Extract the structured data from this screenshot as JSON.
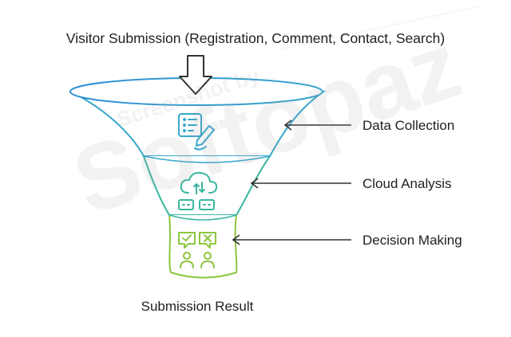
{
  "diagram": {
    "top_label": "Visitor Submission (Registration, Comment, Contact, Search)",
    "bottom_label": "Submission Result",
    "stages": [
      {
        "label": "Data Collection",
        "icon": "checklist-pen-icon",
        "color": "#36a7cc"
      },
      {
        "label": "Cloud Analysis",
        "icon": "cloud-sync-icon",
        "color": "#3ab6a0"
      },
      {
        "label": "Decision Making",
        "icon": "approve-reject-icon",
        "color": "#8cc63f"
      }
    ]
  },
  "watermark": {
    "line1": "Screenshot by",
    "line2": "Softopaz"
  }
}
